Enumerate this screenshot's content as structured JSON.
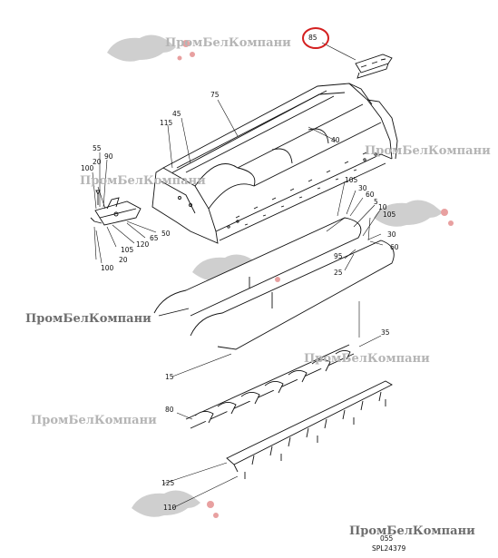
{
  "diagram": {
    "part_labels": [
      {
        "id": "85",
        "text": "85"
      },
      {
        "id": "75",
        "text": "75"
      },
      {
        "id": "45",
        "text": "45"
      },
      {
        "id": "115",
        "text": "115"
      },
      {
        "id": "40",
        "text": "40"
      },
      {
        "id": "55",
        "text": "55"
      },
      {
        "id": "90",
        "text": "90"
      },
      {
        "id": "20a",
        "text": "20"
      },
      {
        "id": "100a",
        "text": "100"
      },
      {
        "id": "50",
        "text": "50"
      },
      {
        "id": "65",
        "text": "65"
      },
      {
        "id": "120",
        "text": "120"
      },
      {
        "id": "105a",
        "text": "105"
      },
      {
        "id": "20b",
        "text": "20"
      },
      {
        "id": "100b",
        "text": "100"
      },
      {
        "id": "105b",
        "text": "105"
      },
      {
        "id": "30a",
        "text": "30"
      },
      {
        "id": "60a",
        "text": "60"
      },
      {
        "id": "5",
        "text": "5"
      },
      {
        "id": "10",
        "text": "10"
      },
      {
        "id": "105c",
        "text": "105"
      },
      {
        "id": "30b",
        "text": "30"
      },
      {
        "id": "60b",
        "text": "60"
      },
      {
        "id": "95",
        "text": "95"
      },
      {
        "id": "25",
        "text": "25"
      },
      {
        "id": "35",
        "text": "35"
      },
      {
        "id": "15",
        "text": "15"
      },
      {
        "id": "80",
        "text": "80"
      },
      {
        "id": "125",
        "text": "125"
      },
      {
        "id": "110",
        "text": "110"
      }
    ],
    "highlight_label": "85",
    "highlight_color": "#d42020",
    "code_1": "055",
    "code_2": "SPL24379"
  },
  "watermark": {
    "text": "ПромБелКомпани",
    "color": "#b5b5b5",
    "logo_color": "#c9c9c9",
    "accent_color": "#e58a8a"
  }
}
